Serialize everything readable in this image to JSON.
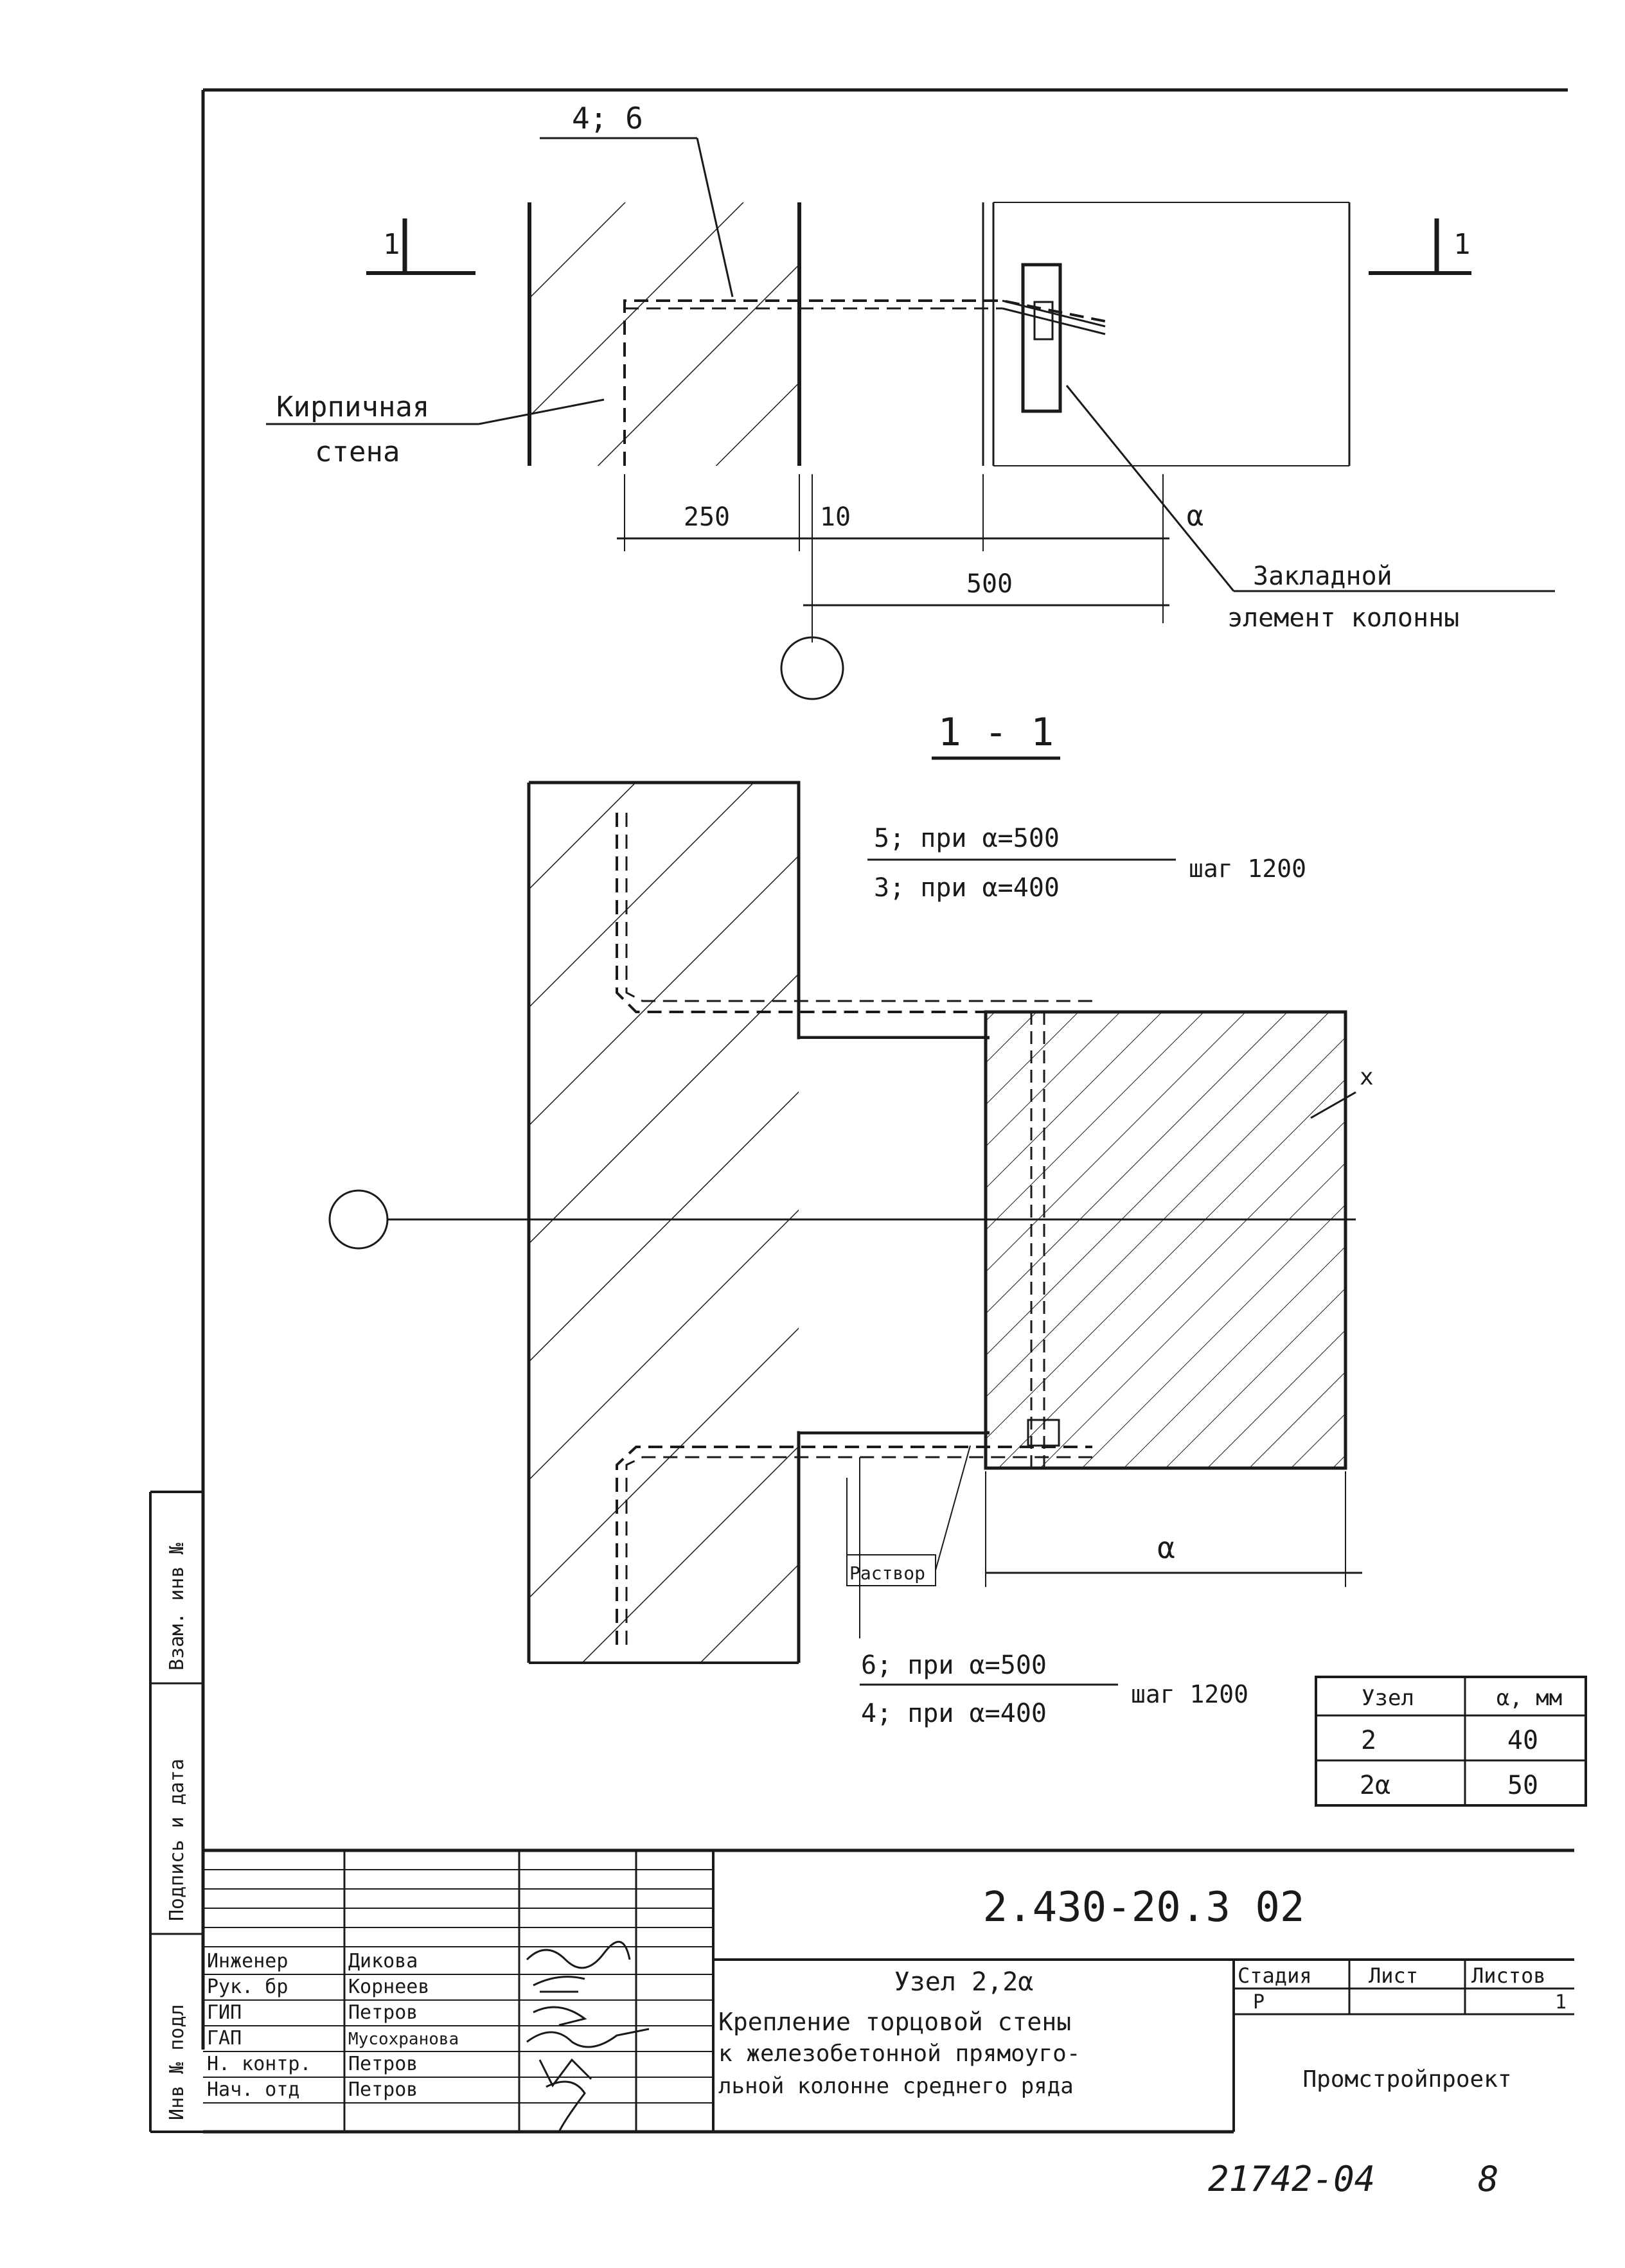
{
  "plan": {
    "callout_top": "4; 6",
    "section_mark_left": "1",
    "section_mark_right": "1",
    "wall_label_1": "Кирпичная",
    "wall_label_2": "стена",
    "dim_250": "250",
    "dim_10": "10",
    "dim_a": "α",
    "dim_500": "500",
    "embed_label_1": "Закладной",
    "embed_label_2": "элемент колонны"
  },
  "section": {
    "title": "1 - 1",
    "note_top_1": "5; при α=500",
    "note_top_2": "3; при α=400",
    "step_top": "шаг 1200",
    "mortar_label": "Раствор",
    "dim_a": "α",
    "note_bottom_1": "6; при α=500",
    "note_bottom_2": "4; при α=400",
    "step_bottom": "шаг 1200",
    "mark_x": "x"
  },
  "table": {
    "headers": [
      "Узел",
      "α, мм"
    ],
    "rows": [
      [
        "2",
        "40"
      ],
      [
        "2α",
        "50"
      ]
    ]
  },
  "side_stamp": {
    "c1": "Взам. инв №",
    "c2": "Подпись и дата",
    "c3": "Инв № подл"
  },
  "title_block": {
    "doc_code": "2.430-20.3 02",
    "node": "Узел 2,2α",
    "desc_1": "Крепление торцовой стены",
    "desc_2": "к железобетонной прямоуго-",
    "desc_3": "льной колонне среднего ряда",
    "stage_h": "Стадия",
    "sheet_h": "Лист",
    "sheets_h": "Листов",
    "stage_v": "Р",
    "sheet_v": "1",
    "org": "Промстройпроект",
    "roles": [
      {
        "role": "Инженер",
        "name": "Дикова"
      },
      {
        "role": "Рук. бр",
        "name": "Корнеев"
      },
      {
        "role": "ГИП",
        "name": "Петров"
      },
      {
        "role": "ГАП",
        "name": "Мусохранова"
      },
      {
        "role": "Н. контр.",
        "name": "Петров"
      },
      {
        "role": "Нач. отд",
        "name": "Петров"
      }
    ]
  },
  "footer": {
    "archive": "21742-04",
    "page": "8"
  }
}
